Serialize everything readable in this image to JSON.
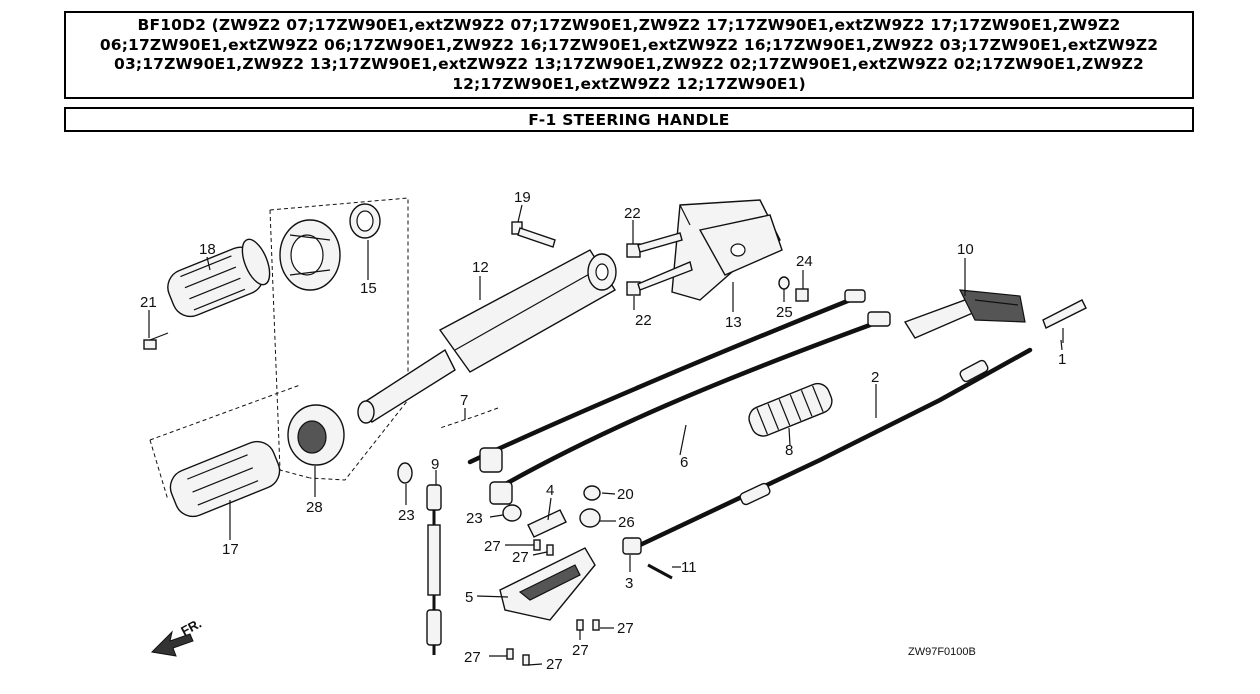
{
  "header": {
    "title": "BF10D2 (ZW9Z2 07;17ZW90E1,extZW9Z2 07;17ZW90E1,ZW9Z2 17;17ZW90E1,extZW9Z2 17;17ZW90E1,ZW9Z2 06;17ZW90E1,extZW9Z2 06;17ZW90E1,ZW9Z2 16;17ZW90E1,extZW9Z2 16;17ZW90E1,ZW9Z2 03;17ZW90E1,extZW9Z2 03;17ZW90E1,ZW9Z2 13;17ZW90E1,extZW9Z2 13;17ZW90E1,ZW9Z2 02;17ZW90E1,extZW9Z2 02;17ZW90E1,ZW9Z2 12;17ZW90E1,extZW9Z2 12;17ZW90E1)",
    "section": "F-1 STEERING HANDLE"
  },
  "diagram": {
    "drawing_code": "ZW97F0100B",
    "front_indicator": "FR.",
    "callouts": {
      "c1": "1",
      "c2": "2",
      "c3": "3",
      "c4": "4",
      "c5": "5",
      "c6": "6",
      "c7": "7",
      "c8": "8",
      "c9": "9",
      "c10": "10",
      "c11": "11",
      "c12": "12",
      "c13": "13",
      "c15": "15",
      "c17": "17",
      "c18": "18",
      "c19": "19",
      "c20": "20",
      "c21": "21",
      "c22a": "22",
      "c22b": "22",
      "c23a": "23",
      "c23b": "23",
      "c24": "24",
      "c25": "25",
      "c26": "26",
      "c27a": "27",
      "c27b": "27",
      "c27c": "27",
      "c27d": "27",
      "c27e": "27",
      "c27f": "27",
      "c28": "28"
    }
  }
}
